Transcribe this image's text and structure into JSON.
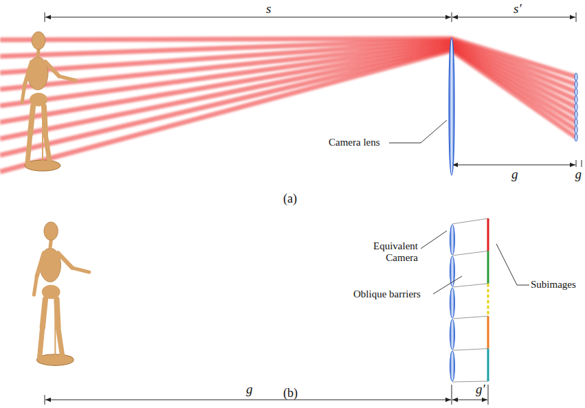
{
  "diagram": {
    "labels": [
      "s",
      "s′",
      "Camera lens",
      "g",
      "g",
      "(a)",
      "Equivalent Camera",
      "Oblique barriers",
      "Subimages",
      "g",
      "g′",
      "(b)"
    ]
  }
}
